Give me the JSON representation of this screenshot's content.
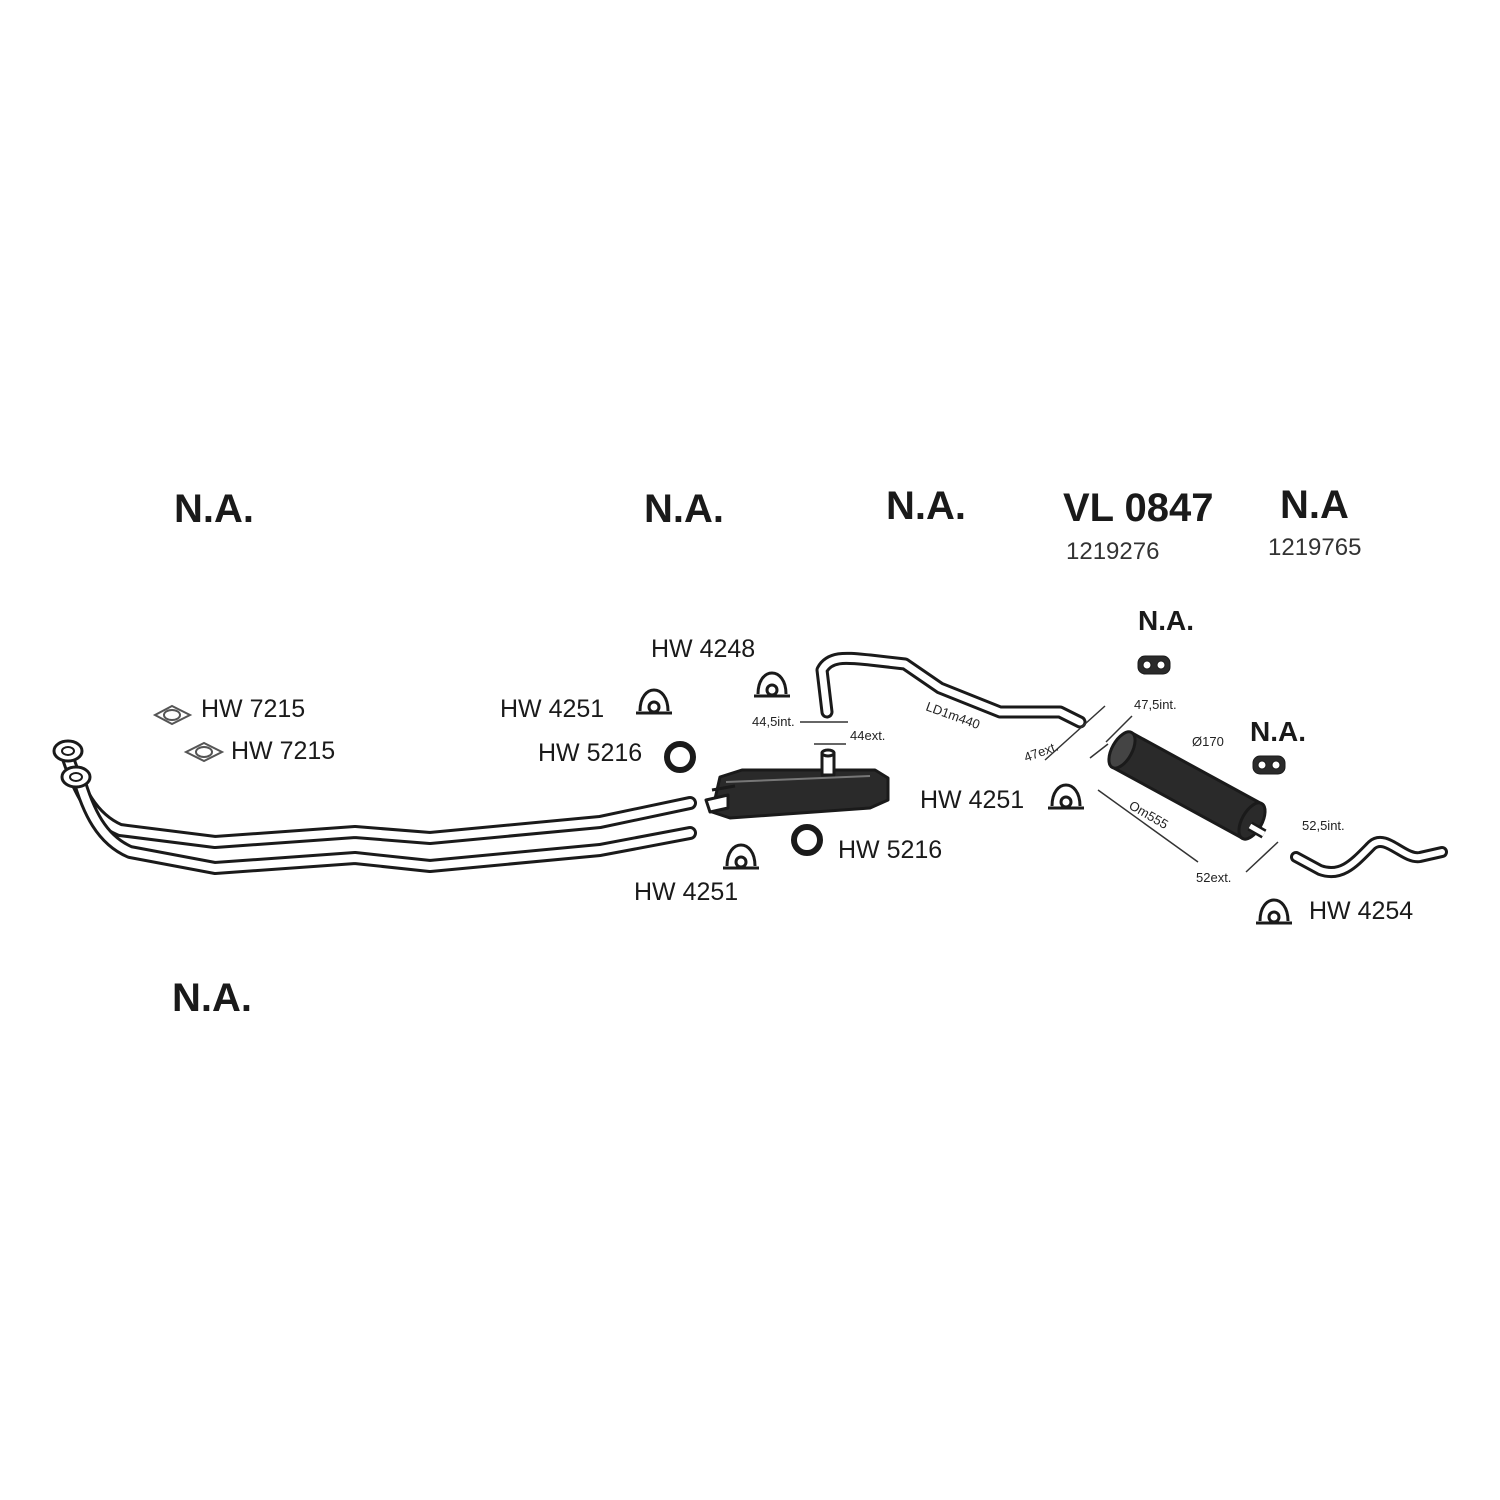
{
  "headers": {
    "na_front": "N.A.",
    "na_middle": "N.A.",
    "na_tailpipe": "N.A.",
    "vl_code": "VL 0847",
    "vl_ref": "1219276",
    "na_rear": "N.A",
    "rear_ref": "1219765",
    "na_bottom": "N.A."
  },
  "parts": {
    "hw7215_a": "HW 7215",
    "hw7215_b": "HW 7215",
    "hw4248": "HW 4248",
    "hw4251_a": "HW 4251",
    "hw5216_a": "HW 5216",
    "hw5216_b": "HW 5216",
    "hw4251_b": "HW 4251",
    "hw4251_c": "HW 4251",
    "hw4254": "HW 4254",
    "na_hanger_a": "N.A.",
    "na_hanger_b": "N.A."
  },
  "dimensions": {
    "d_44_5int": "44,5int.",
    "d_44ext": "44ext.",
    "d_ld": "LD1m440",
    "d_47ext": "47ext.",
    "d_47_5int": "47,5int.",
    "d_dia170": "Ø170",
    "d_om555": "Om555",
    "d_52ext": "52ext.",
    "d_52_5int": "52,5int."
  },
  "colors": {
    "line": "#1a1a1a",
    "fill": "#2a2a2a",
    "background": "#ffffff"
  }
}
